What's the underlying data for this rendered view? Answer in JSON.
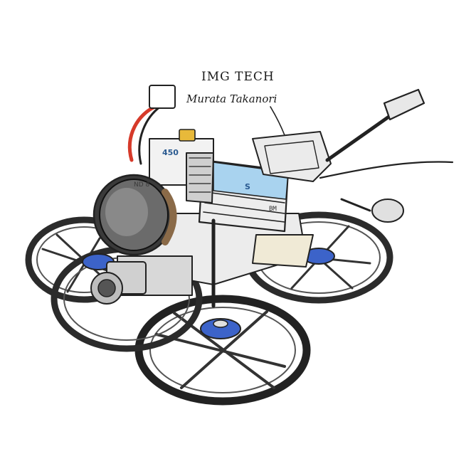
{
  "illustration": {
    "brand_text": "IMG TECH",
    "artist_signature": "Murata Takanori",
    "battery_label": "450",
    "battery_cells": "S",
    "filter_label": "ND 8",
    "board_text": "BM",
    "motor_color": "#3c63c9",
    "battery_wrap_color": "#a9d3ef",
    "wire_red": "#d63a2a",
    "connector_yellow": "#e8b93a"
  }
}
